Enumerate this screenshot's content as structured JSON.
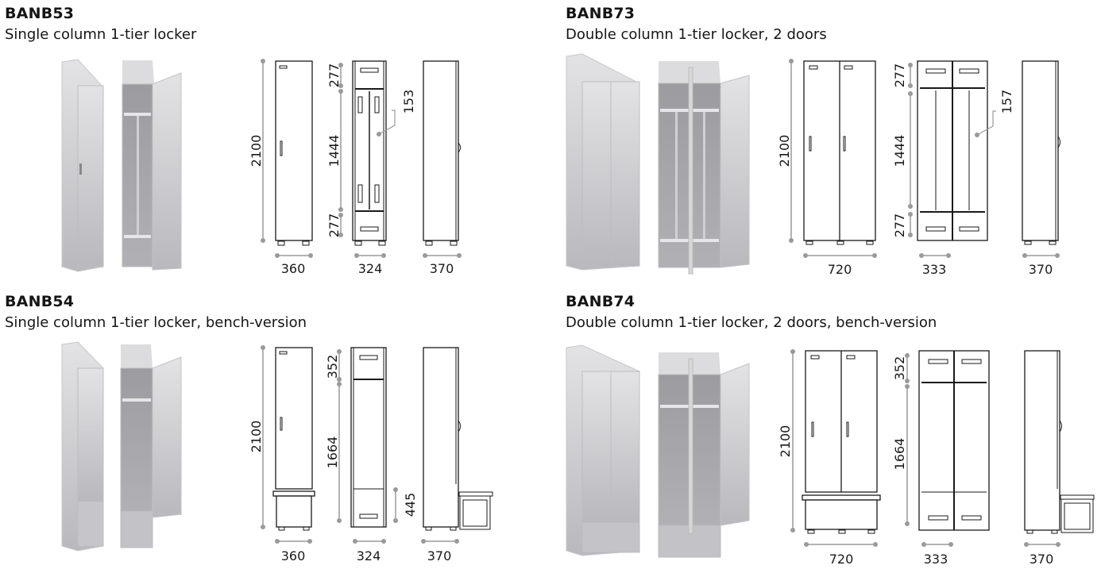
{
  "products": [
    {
      "code": "BANB53",
      "description": "Single column 1-tier locker",
      "dimensions": {
        "height": "2100",
        "front_width": "360",
        "inner_width": "324",
        "depth": "370",
        "top_compartment": "277",
        "middle": "1444",
        "bottom_compartment": "277",
        "hook_offset": "153"
      }
    },
    {
      "code": "BANB73",
      "description": "Double column 1-tier locker, 2 doors",
      "dimensions": {
        "height": "2100",
        "front_width": "720",
        "inner_width": "333",
        "depth": "370",
        "top_compartment": "277",
        "middle": "1444",
        "bottom_compartment": "277",
        "hook_offset": "157"
      }
    },
    {
      "code": "BANB54",
      "description": "Single column 1-tier locker, bench-version",
      "dimensions": {
        "height": "2100",
        "front_width": "360",
        "inner_width": "324",
        "depth": "370",
        "top_compartment": "352",
        "middle": "1664",
        "bench_height": "445"
      }
    },
    {
      "code": "BANB74",
      "description": "Double column 1-tier locker, 2 doors, bench-version",
      "dimensions": {
        "height": "2100",
        "front_width": "720",
        "inner_width": "333",
        "depth": "370",
        "top_compartment": "352",
        "middle": "1664"
      }
    }
  ],
  "colors": {
    "line": "#1a1a1a",
    "dimension": "#9a9a9a",
    "metal_light": "#d9d9db",
    "metal_dark": "#a9a9ad"
  }
}
